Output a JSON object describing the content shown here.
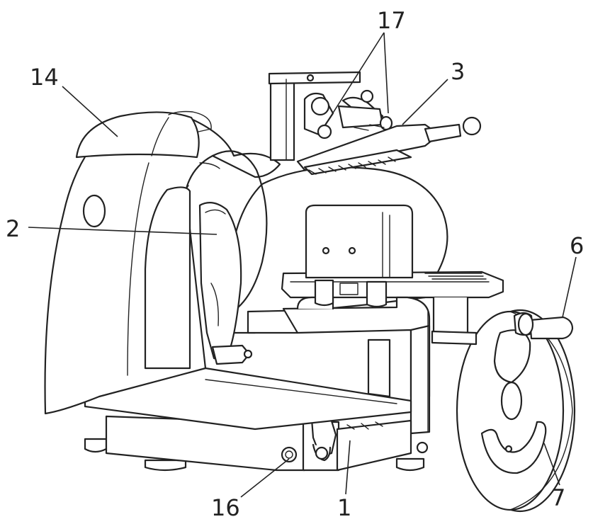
{
  "labels": {
    "l14": "14",
    "l17": "17",
    "l3": "3",
    "l2": "2",
    "l6": "6",
    "l16": "16",
    "l1": "1",
    "l7": "7"
  }
}
